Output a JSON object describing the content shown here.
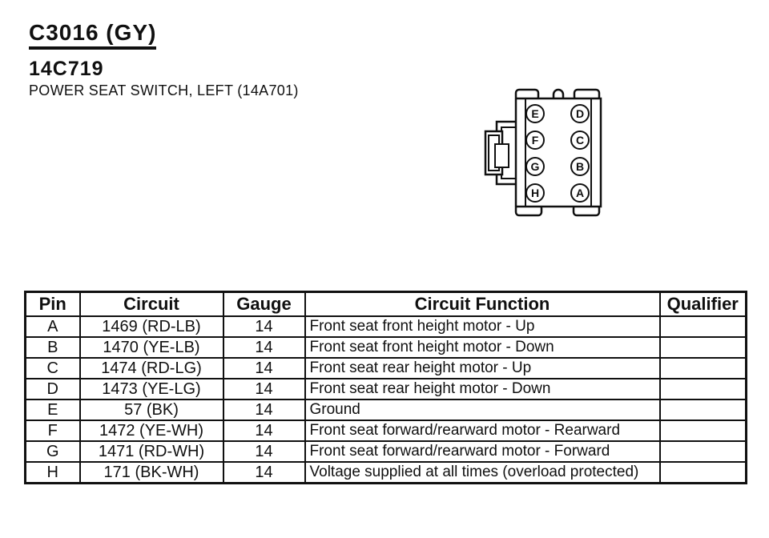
{
  "header": {
    "connector_id": "C3016 (GY)",
    "part_number": "14C719",
    "description": "POWER SEAT SWITCH, LEFT (14A701)"
  },
  "connector": {
    "left_pins": [
      "E",
      "F",
      "G",
      "H"
    ],
    "right_pins": [
      "D",
      "C",
      "B",
      "A"
    ]
  },
  "table": {
    "headers": [
      "Pin",
      "Circuit",
      "Gauge",
      "Circuit Function",
      "Qualifier"
    ],
    "rows": [
      {
        "pin": "A",
        "circuit": "1469 (RD-LB)",
        "gauge": "14",
        "function": "Front seat front height motor - Up",
        "qualifier": ""
      },
      {
        "pin": "B",
        "circuit": "1470 (YE-LB)",
        "gauge": "14",
        "function": "Front seat front height motor - Down",
        "qualifier": ""
      },
      {
        "pin": "C",
        "circuit": "1474 (RD-LG)",
        "gauge": "14",
        "function": "Front seat rear height motor - Up",
        "qualifier": ""
      },
      {
        "pin": "D",
        "circuit": "1473 (YE-LG)",
        "gauge": "14",
        "function": "Front seat rear height motor - Down",
        "qualifier": ""
      },
      {
        "pin": "E",
        "circuit": "57 (BK)",
        "gauge": "14",
        "function": "Ground",
        "qualifier": ""
      },
      {
        "pin": "F",
        "circuit": "1472 (YE-WH)",
        "gauge": "14",
        "function": "Front seat forward/rearward motor - Rearward",
        "qualifier": ""
      },
      {
        "pin": "G",
        "circuit": "1471 (RD-WH)",
        "gauge": "14",
        "function": "Front seat forward/rearward motor - Forward",
        "qualifier": ""
      },
      {
        "pin": "H",
        "circuit": "171 (BK-WH)",
        "gauge": "14",
        "function": "Voltage supplied at all times (overload protected)",
        "qualifier": ""
      }
    ]
  },
  "colors": {
    "ink": "#101010",
    "paper": "#ffffff"
  }
}
